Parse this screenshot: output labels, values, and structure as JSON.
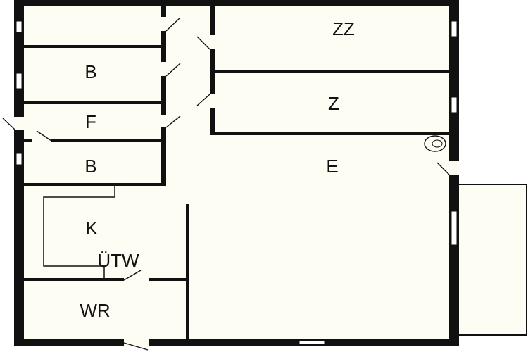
{
  "floorplan": {
    "colors": {
      "floor": "#fdfdf4",
      "wall": "#111111",
      "background": "#ffffff"
    },
    "rooms": [
      {
        "id": "zz",
        "label": "ZZ"
      },
      {
        "id": "z",
        "label": "Z"
      },
      {
        "id": "e",
        "label": "E"
      },
      {
        "id": "b-upper",
        "label": "B"
      },
      {
        "id": "f",
        "label": "F"
      },
      {
        "id": "b-lower",
        "label": "B"
      },
      {
        "id": "k",
        "label": "K"
      },
      {
        "id": "utw",
        "label": "ÜTW"
      },
      {
        "id": "wr",
        "label": "WR"
      }
    ],
    "icons": {
      "boiler": "boiler-icon",
      "door": "door-swing-icon",
      "window": "window-icon"
    }
  }
}
